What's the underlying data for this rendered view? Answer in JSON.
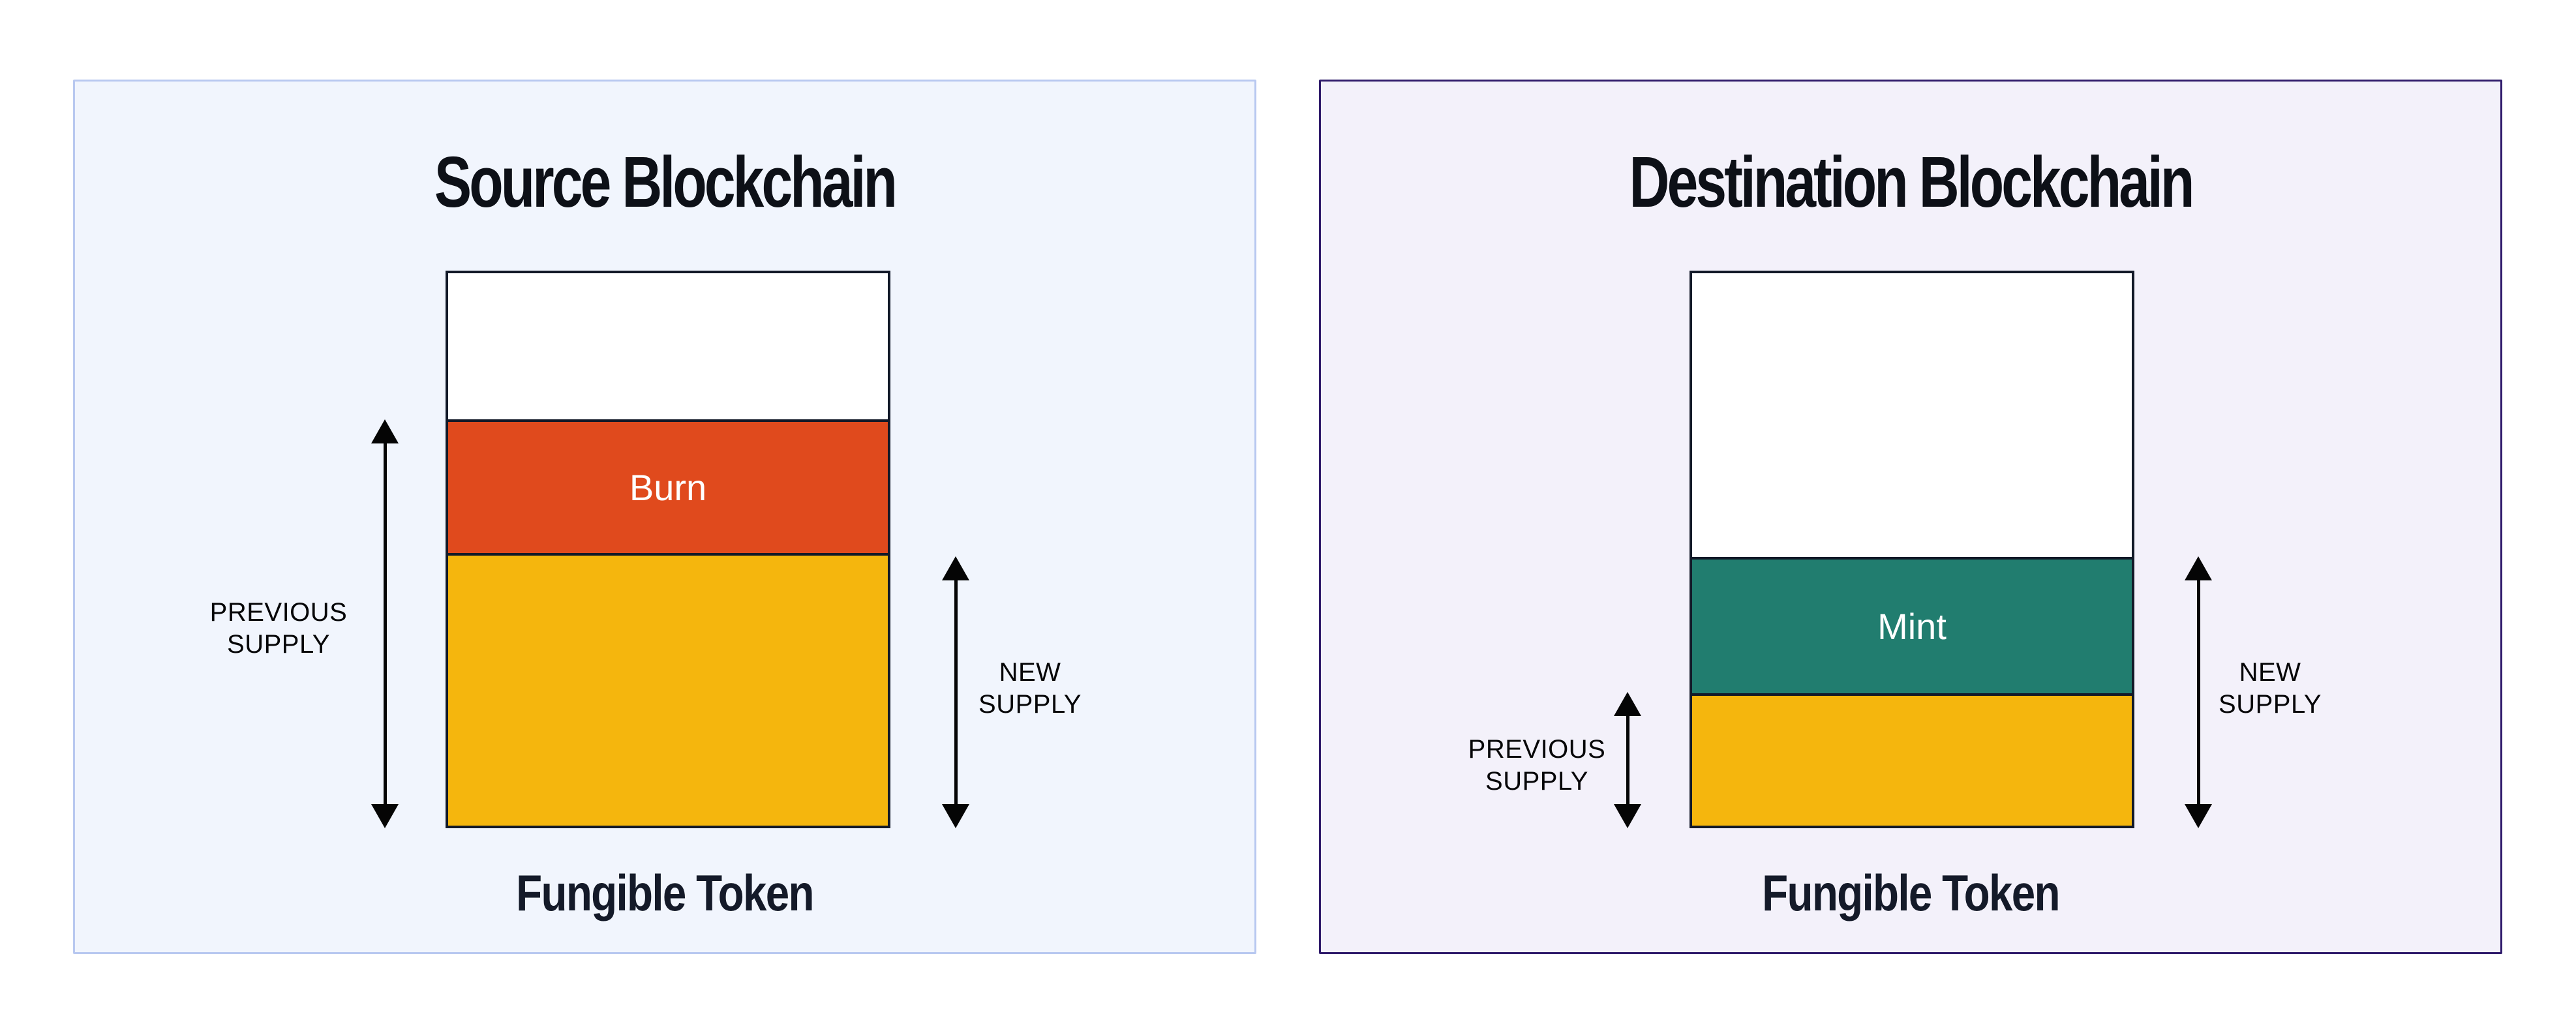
{
  "diagram": {
    "panels": [
      {
        "title": "Source Blockchain",
        "token_label": "Fungible Token",
        "background": "#F1F5FD",
        "border_color": "#B8C8F0",
        "bar": {
          "border_color": "#121928",
          "segments": [
            {
              "name": "empty-space",
              "label": "",
              "color": "#FFFFFF"
            },
            {
              "name": "burn",
              "label": "Burn",
              "color": "#E04A1D"
            },
            {
              "name": "remaining-supply",
              "label": "",
              "color": "#F5B60D"
            }
          ]
        },
        "left_marker": {
          "line1": "PREVIOUS",
          "line2": "SUPPLY"
        },
        "right_marker": {
          "line1": "NEW",
          "line2": "SUPPLY"
        }
      },
      {
        "title": "Destination Blockchain",
        "token_label": "Fungible Token",
        "background": "#F3F1FA",
        "border_color": "#2F1B6B",
        "bar": {
          "border_color": "#121928",
          "segments": [
            {
              "name": "empty-space",
              "label": "",
              "color": "#FFFFFF"
            },
            {
              "name": "mint",
              "label": "Mint",
              "color": "#217D6F"
            },
            {
              "name": "previous-supply",
              "label": "",
              "color": "#F5B60D"
            }
          ]
        },
        "left_marker": {
          "line1": "PREVIOUS",
          "line2": "SUPPLY"
        },
        "right_marker": {
          "line1": "NEW",
          "line2": "SUPPLY"
        }
      }
    ],
    "arrow_color": "#050505"
  }
}
